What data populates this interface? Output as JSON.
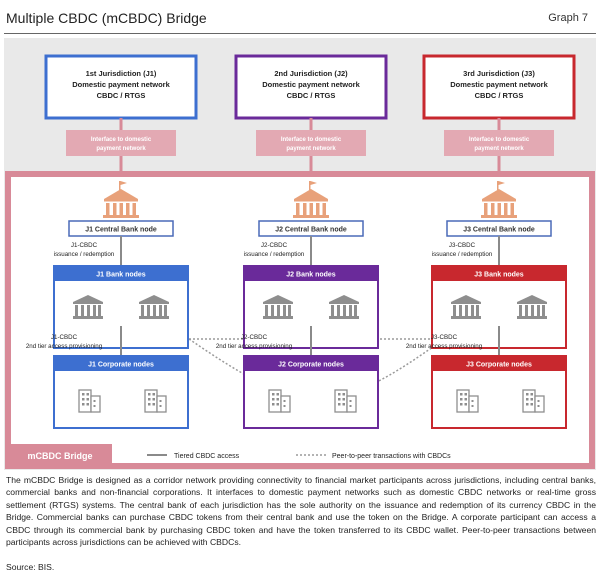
{
  "header": {
    "title": "Multiple CBDC (mCBDC) Bridge",
    "graph_label": "Graph 7"
  },
  "bridge": {
    "label": "mCBDC Bridge"
  },
  "jurisdictions": [
    {
      "name": "1st Jurisdiction (J1)",
      "network": "Domestic payment network",
      "system": "CBDC / RTGS",
      "color": "#3d6fd0",
      "interface": "Interface to domestic payment network",
      "central_bank": "J1 Central Bank node",
      "issuance_a": "J1-CBDC",
      "issuance_b": "issuance / redemption",
      "bank_nodes": "J1 Bank nodes",
      "tier_a": "J1-CBDC",
      "tier_b": "2nd tier access provisioning",
      "corporate_nodes": "J1 Corporate nodes"
    },
    {
      "name": "2nd Jurisdiction (J2)",
      "network": "Domestic payment network",
      "system": "CBDC / RTGS",
      "color": "#6a2a9a",
      "interface": "Interface to domestic payment network",
      "central_bank": "J2 Central Bank node",
      "issuance_a": "J2-CBDC",
      "issuance_b": "issuance / redemption",
      "bank_nodes": "J2 Bank nodes",
      "tier_a": "J2-CBDC",
      "tier_b": "2nd tier access provisioning",
      "corporate_nodes": "J2 Corporate nodes"
    },
    {
      "name": "3rd Jurisdiction (J3)",
      "network": "Domestic payment network",
      "system": "CBDC / RTGS",
      "color": "#c8282e",
      "interface": "Interface to domestic payment network",
      "central_bank": "J3 Central Bank node",
      "issuance_a": "J3-CBDC",
      "issuance_b": "issuance / redemption",
      "bank_nodes": "J3 Bank nodes",
      "tier_a": "J3-CBDC",
      "tier_b": "2nd tier access provisioning",
      "corporate_nodes": "J3 Corporate nodes"
    }
  ],
  "legend": {
    "tiered": "Tiered CBDC access",
    "p2p": "Peer-to-peer transactions with CBDCs"
  },
  "colors": {
    "bridge": "#d88a98",
    "interface_fill": "#e3a9b3",
    "central_bank_icon": "#e8a17a",
    "icon_gray": "#8e8e8e",
    "node_border": "#4a6ab8"
  },
  "caption": "The mCBDC Bridge is designed as a corridor network providing connectivity to financial market participants across jurisdictions, including central banks, commercial banks and non-financial corporations. It interfaces to domestic payment networks such as domestic CBDC networks or real-time gross settlement (RTGS) systems. The central bank of each jurisdiction has the sole authority on the issuance and redemption of its currency CBDC in the Bridge. Commercial banks can purchase CBDC tokens from their central bank and use the token on the Bridge. A corporate participant can access a CBDC through its commercial bank by purchasing CBDC token and have the token transferred to its CBDC wallet. Peer-to-peer transactions between participants across jurisdictions can be achieved with CBDCs.",
  "source": "Source: BIS."
}
